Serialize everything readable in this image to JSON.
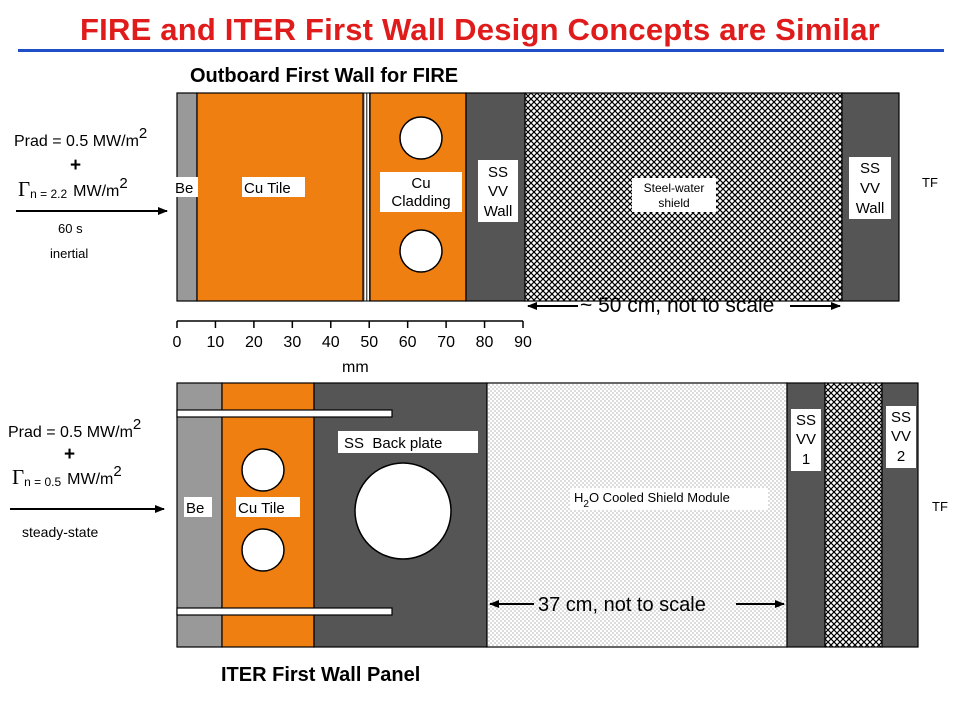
{
  "slide": {
    "title": "FIRE and ITER First Wall Design Concepts are Similar",
    "accent_title_color": "#e01b1b",
    "rule_color": "#1f4fc8"
  },
  "colors": {
    "copper": "#f07f12",
    "beryllium": "#999999",
    "steel_dark": "#555555",
    "black": "#000000"
  },
  "fire": {
    "heading": "Outboard First Wall for FIRE",
    "load_prad": "Prad = 0.5 MW/m",
    "load_prad_exp": "2",
    "plus": "+",
    "gamma_symbol": "Γ",
    "gamma_sub": "n = 2.2",
    "gamma_value": "MW/m",
    "gamma_exp": "2",
    "duration": "60 s",
    "mode": "inertial",
    "be": "Be",
    "cu_tile": "Cu Tile",
    "cu_cladding_1": "Cu",
    "cu_cladding_2": "Cladding",
    "ss_1": "SS",
    "ss_2": "VV",
    "ss_3": "Wall",
    "shield_1": "Steel-water",
    "shield_2": "shield",
    "tf": "TF",
    "scale_note": "~ 50 cm, not to scale",
    "axis_ticks": [
      "0",
      "10",
      "20",
      "30",
      "40",
      "50",
      "60",
      "70",
      "80",
      "90"
    ],
    "axis_unit": "mm"
  },
  "iter": {
    "heading": "ITER First Wall Panel",
    "load_prad": "Prad = 0.5 MW/m",
    "load_prad_exp": "2",
    "plus": "+",
    "gamma_symbol": "Γ",
    "gamma_sub": "n = 0.5",
    "gamma_value": "MW/m",
    "gamma_exp": "2",
    "mode": "steady-state",
    "be": "Be",
    "cu_tile": "Cu Tile",
    "back_plate": "SS  Back plate",
    "shield_h": "H",
    "shield_sub": "2",
    "shield_rest": "O Cooled Shield Module",
    "vv1_1": "SS",
    "vv1_2": "VV",
    "vv1_3": "1",
    "vv2_1": "SS",
    "vv2_2": "VV",
    "vv2_3": "2",
    "tf": "TF",
    "scale_note": "37 cm, not to scale"
  }
}
